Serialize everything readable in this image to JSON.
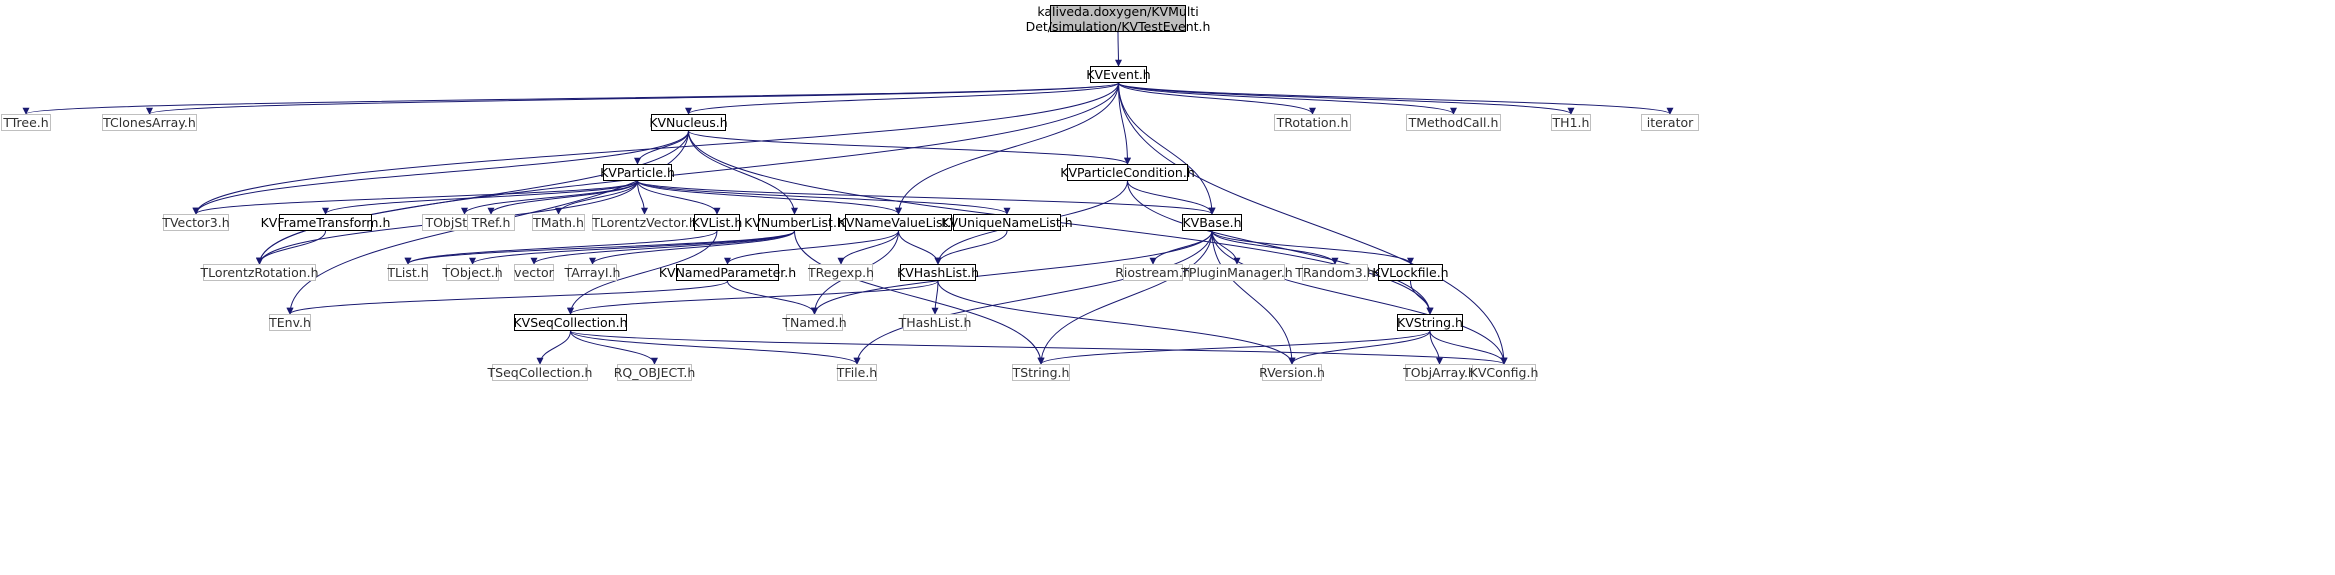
{
  "colors": {
    "edge": "#191970",
    "root_fill": "#bfbfbf",
    "local_border": "#000000",
    "ext_border": "#bfbfbf"
  },
  "nodes": [
    {
      "id": "root",
      "label": "kaliveda.doxygen/KVMulti\nDet/simulation/KVTestEvent.h",
      "kind": "root"
    },
    {
      "id": "kvevent",
      "label": "KVEvent.h",
      "kind": "local"
    },
    {
      "id": "ttree",
      "label": "TTree.h",
      "kind": "ext"
    },
    {
      "id": "tclones",
      "label": "TClonesArray.h",
      "kind": "ext"
    },
    {
      "id": "kvnucleus",
      "label": "KVNucleus.h",
      "kind": "local"
    },
    {
      "id": "trotation",
      "label": "TRotation.h",
      "kind": "ext"
    },
    {
      "id": "tmethodcall",
      "label": "TMethodCall.h",
      "kind": "ext"
    },
    {
      "id": "th1",
      "label": "TH1.h",
      "kind": "ext"
    },
    {
      "id": "iterator",
      "label": "iterator",
      "kind": "ext"
    },
    {
      "id": "kvparticle",
      "label": "KVParticle.h",
      "kind": "local"
    },
    {
      "id": "kvparticlecond",
      "label": "KVParticleCondition.h",
      "kind": "local"
    },
    {
      "id": "tvector3",
      "label": "TVector3.h",
      "kind": "ext"
    },
    {
      "id": "kvframe",
      "label": "KVFrameTransform.h",
      "kind": "local"
    },
    {
      "id": "tobjstring",
      "label": "TObjString.h",
      "kind": "ext"
    },
    {
      "id": "tref",
      "label": "TRef.h",
      "kind": "ext"
    },
    {
      "id": "tmath",
      "label": "TMath.h",
      "kind": "ext"
    },
    {
      "id": "tlorentzvector",
      "label": "TLorentzVector.h",
      "kind": "ext"
    },
    {
      "id": "kvlist",
      "label": "KVList.h",
      "kind": "local"
    },
    {
      "id": "kvnumberlist",
      "label": "KVNumberList.h",
      "kind": "local"
    },
    {
      "id": "kvnamevaluelist",
      "label": "KVNameValueList.h",
      "kind": "local"
    },
    {
      "id": "kvuniquenamelist",
      "label": "KVUniqueNameList.h",
      "kind": "local"
    },
    {
      "id": "kvbase",
      "label": "KVBase.h",
      "kind": "local"
    },
    {
      "id": "tlorentzrotation",
      "label": "TLorentzRotation.h",
      "kind": "ext"
    },
    {
      "id": "tlist",
      "label": "TList.h",
      "kind": "ext"
    },
    {
      "id": "tobject",
      "label": "TObject.h",
      "kind": "ext"
    },
    {
      "id": "vector",
      "label": "vector",
      "kind": "ext"
    },
    {
      "id": "tarrayi",
      "label": "TArrayI.h",
      "kind": "ext"
    },
    {
      "id": "kvnamedparam",
      "label": "KVNamedParameter.h",
      "kind": "local"
    },
    {
      "id": "tregexp",
      "label": "TRegexp.h",
      "kind": "ext"
    },
    {
      "id": "kvhashlist",
      "label": "KVHashList.h",
      "kind": "local"
    },
    {
      "id": "riostream",
      "label": "Riostream.h",
      "kind": "ext"
    },
    {
      "id": "tpluginmanager",
      "label": "TPluginManager.h",
      "kind": "ext"
    },
    {
      "id": "trandom3",
      "label": "TRandom3.h",
      "kind": "ext"
    },
    {
      "id": "kvlockfile",
      "label": "KVLockfile.h",
      "kind": "local"
    },
    {
      "id": "tenv",
      "label": "TEnv.h",
      "kind": "ext"
    },
    {
      "id": "kvseqcollection",
      "label": "KVSeqCollection.h",
      "kind": "local"
    },
    {
      "id": "tnamed",
      "label": "TNamed.h",
      "kind": "ext"
    },
    {
      "id": "thashlist",
      "label": "THashList.h",
      "kind": "ext"
    },
    {
      "id": "kvstring",
      "label": "KVString.h",
      "kind": "local"
    },
    {
      "id": "tseqcollection",
      "label": "TSeqCollection.h",
      "kind": "ext"
    },
    {
      "id": "rqobject",
      "label": "RQ_OBJECT.h",
      "kind": "ext"
    },
    {
      "id": "tfile",
      "label": "TFile.h",
      "kind": "ext"
    },
    {
      "id": "tstring",
      "label": "TString.h",
      "kind": "ext"
    },
    {
      "id": "rversion",
      "label": "RVersion.h",
      "kind": "ext"
    },
    {
      "id": "tobjarray",
      "label": "TObjArray.h",
      "kind": "ext"
    },
    {
      "id": "kvconfig",
      "label": "KVConfig.h",
      "kind": "ext"
    }
  ],
  "edges": [
    [
      "root",
      "kvevent"
    ],
    [
      "kvevent",
      "ttree"
    ],
    [
      "kvevent",
      "tclones"
    ],
    [
      "kvevent",
      "kvnucleus"
    ],
    [
      "kvevent",
      "trotation"
    ],
    [
      "kvevent",
      "tmethodcall"
    ],
    [
      "kvevent",
      "th1"
    ],
    [
      "kvevent",
      "iterator"
    ],
    [
      "kvevent",
      "kvparticlecond"
    ],
    [
      "kvevent",
      "kvbase"
    ],
    [
      "kvevent",
      "kvnamevaluelist"
    ],
    [
      "kvevent",
      "tvector3"
    ],
    [
      "kvevent",
      "tlorentzrotation"
    ],
    [
      "kvevent",
      "kvconfig"
    ],
    [
      "kvnucleus",
      "kvparticle"
    ],
    [
      "kvnucleus",
      "kvparticlecond"
    ],
    [
      "kvnucleus",
      "kvnumberlist"
    ],
    [
      "kvnucleus",
      "tvector3"
    ],
    [
      "kvnucleus",
      "tlorentzrotation"
    ],
    [
      "kvnucleus",
      "tenv"
    ],
    [
      "kvnucleus",
      "kvstring"
    ],
    [
      "kvparticle",
      "tvector3"
    ],
    [
      "kvparticle",
      "kvframe"
    ],
    [
      "kvparticle",
      "tobjstring"
    ],
    [
      "kvparticle",
      "tref"
    ],
    [
      "kvparticle",
      "tmath"
    ],
    [
      "kvparticle",
      "tlorentzvector"
    ],
    [
      "kvparticle",
      "kvlist"
    ],
    [
      "kvparticle",
      "kvnamevaluelist"
    ],
    [
      "kvparticle",
      "kvuniquenamelist"
    ],
    [
      "kvparticle",
      "kvbase"
    ],
    [
      "kvparticle",
      "tlorentzrotation"
    ],
    [
      "kvparticlecond",
      "kvbase"
    ],
    [
      "kvparticlecond",
      "kvhashlist"
    ],
    [
      "kvparticlecond",
      "kvstring"
    ],
    [
      "kvframe",
      "tlorentzrotation"
    ],
    [
      "kvlist",
      "tlist"
    ],
    [
      "kvlist",
      "kvseqcollection"
    ],
    [
      "kvnumberlist",
      "tlist"
    ],
    [
      "kvnumberlist",
      "tobject"
    ],
    [
      "kvnumberlist",
      "vector"
    ],
    [
      "kvnumberlist",
      "tarrayi"
    ],
    [
      "kvnumberlist",
      "tstring"
    ],
    [
      "kvnamevaluelist",
      "kvnamedparam"
    ],
    [
      "kvnamevaluelist",
      "tregexp"
    ],
    [
      "kvnamevaluelist",
      "kvhashlist"
    ],
    [
      "kvnamevaluelist",
      "tnamed"
    ],
    [
      "kvuniquenamelist",
      "kvhashlist"
    ],
    [
      "kvbase",
      "tnamed"
    ],
    [
      "kvbase",
      "riostream"
    ],
    [
      "kvbase",
      "tpluginmanager"
    ],
    [
      "kvbase",
      "trandom3"
    ],
    [
      "kvbase",
      "kvlockfile"
    ],
    [
      "kvbase",
      "tstring"
    ],
    [
      "kvbase",
      "rversion"
    ],
    [
      "kvbase",
      "kvconfig"
    ],
    [
      "kvbase",
      "tfile"
    ],
    [
      "kvnamedparam",
      "tenv"
    ],
    [
      "kvnamedparam",
      "tnamed"
    ],
    [
      "kvhashlist",
      "kvseqcollection"
    ],
    [
      "kvhashlist",
      "thashlist"
    ],
    [
      "kvhashlist",
      "rversion"
    ],
    [
      "kvlockfile",
      "kvstring"
    ],
    [
      "kvseqcollection",
      "tseqcollection"
    ],
    [
      "kvseqcollection",
      "rqobject"
    ],
    [
      "kvseqcollection",
      "tfile"
    ],
    [
      "kvseqcollection",
      "kvconfig"
    ],
    [
      "kvstring",
      "tstring"
    ],
    [
      "kvstring",
      "rversion"
    ],
    [
      "kvstring",
      "tobjarray"
    ],
    [
      "kvstring",
      "kvconfig"
    ]
  ]
}
